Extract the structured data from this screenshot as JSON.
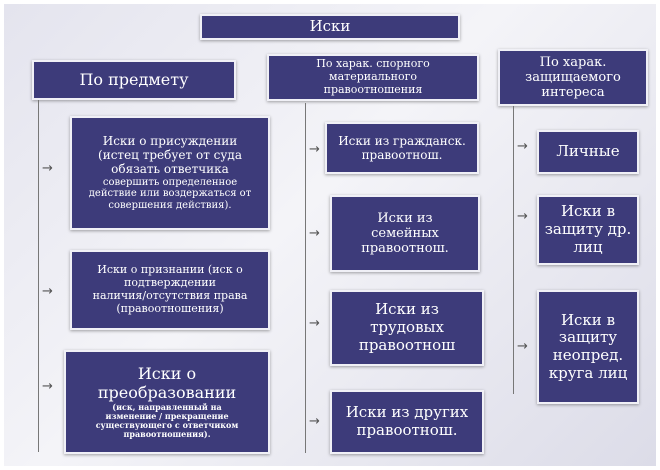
{
  "title": "Иски",
  "columns": [
    {
      "header": [
        "По предмету"
      ],
      "items": [
        {
          "lines": [
            "Иски о присуждении",
            "(истец требует от суда",
            "обязать ответчика"
          ],
          "small": [
            "совершить определенное",
            "действие или воздержаться от",
            "совершения действия)."
          ]
        },
        {
          "lines": [
            "Иски о признании (иск о",
            "подтверждении",
            "наличия/отсутствия права",
            "(правоотношения)"
          ],
          "small": []
        },
        {
          "lines": [
            "Иски о",
            "преобразовании"
          ],
          "small": [
            "(иск, направленный на",
            "изменение / прекращение",
            "существующего с ответчиком",
            "правоотношения)."
          ]
        }
      ]
    },
    {
      "header": [
        "По харак. спорного",
        "материального",
        "правоотношения"
      ],
      "items": [
        {
          "lines": [
            "Иски из гражданск.",
            "правоотнош."
          ]
        },
        {
          "lines": [
            "Иски из",
            "семейных",
            "правоотнош."
          ]
        },
        {
          "lines": [
            "Иски из",
            "трудовых",
            "правоотнош"
          ]
        },
        {
          "lines": [
            "Иски из других",
            "правоотнош."
          ]
        }
      ]
    },
    {
      "header": [
        "По харак.",
        "защищаемого",
        "интереса"
      ],
      "items": [
        {
          "lines": [
            "Личные"
          ]
        },
        {
          "lines": [
            "Иски в",
            "защиту др.",
            "лиц"
          ]
        },
        {
          "lines": [
            "Иски в",
            "защиту",
            "неопред.",
            "круга лиц"
          ]
        }
      ]
    }
  ]
}
